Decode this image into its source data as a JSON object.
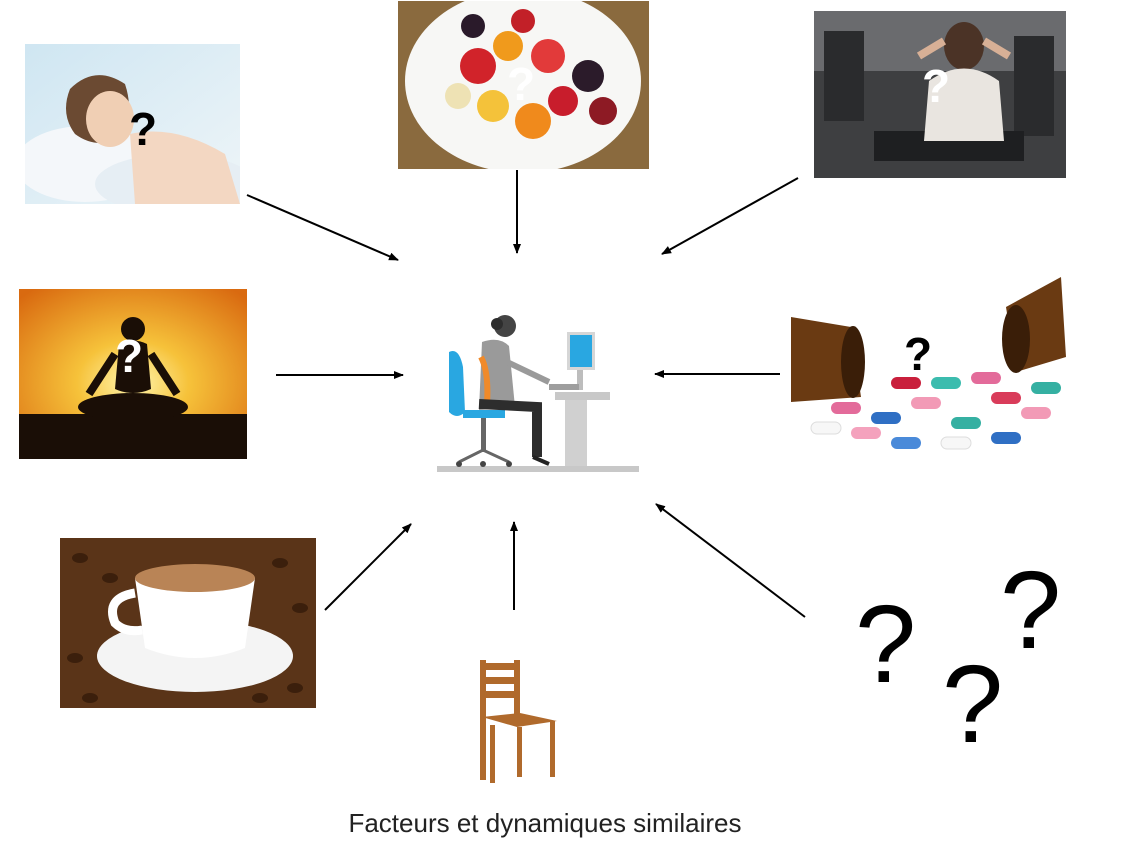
{
  "factors": [
    {
      "id": "sleep",
      "icon": "sleeping-woman-photo",
      "mark": "?"
    },
    {
      "id": "diet",
      "icon": "fruit-bowl-photo",
      "mark": "?"
    },
    {
      "id": "exercise",
      "icon": "gym-workout-photo",
      "mark": "?"
    },
    {
      "id": "meditation",
      "icon": "meditation-sunset-photo",
      "mark": "?"
    },
    {
      "id": "medication",
      "icon": "pills-bottles-photo",
      "mark": "?"
    },
    {
      "id": "coffee",
      "icon": "coffee-cup-photo",
      "mark": "?"
    },
    {
      "id": "chair",
      "icon": "wooden-chair-photo"
    }
  ],
  "center": {
    "icon": "office-worker-at-desk-icon"
  },
  "unknown_marks": [
    "?",
    "?",
    "?"
  ],
  "caption": "Facteurs et dynamiques similaires",
  "colors": {
    "arrow": "#000000",
    "sunset": "#f28c1a",
    "chair_wood": "#b06a2c",
    "coffee": "#5a3418"
  }
}
